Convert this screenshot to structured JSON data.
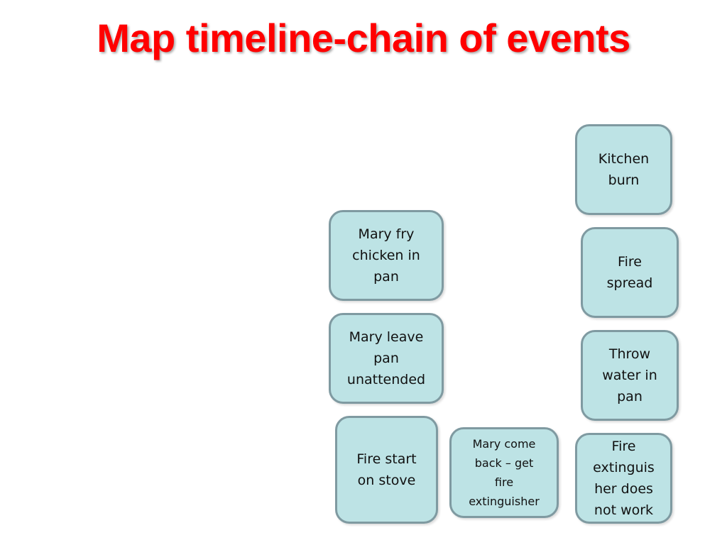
{
  "slide": {
    "title": "Map timeline-chain of events"
  },
  "colors": {
    "title": "#ff0000",
    "box_fill": "#bde3e5",
    "box_border": "#7f9aa1",
    "text": "#111111"
  },
  "events": {
    "mary_fry": [
      "Mary fry",
      "chicken in",
      "pan"
    ],
    "mary_leave": [
      "Mary leave",
      "pan",
      "unattended"
    ],
    "fire_start": [
      "Fire start",
      "on stove"
    ],
    "mary_back": [
      "Mary come",
      "back – get",
      "fire",
      "extinguisher"
    ],
    "kitchen_burn": [
      "Kitchen",
      "burn"
    ],
    "fire_spread": [
      "Fire",
      "spread"
    ],
    "throw_water": [
      "Throw",
      "water in",
      "pan"
    ],
    "extinguisher_fail": [
      "Fire",
      "extinguis",
      "her does",
      "not work"
    ]
  }
}
